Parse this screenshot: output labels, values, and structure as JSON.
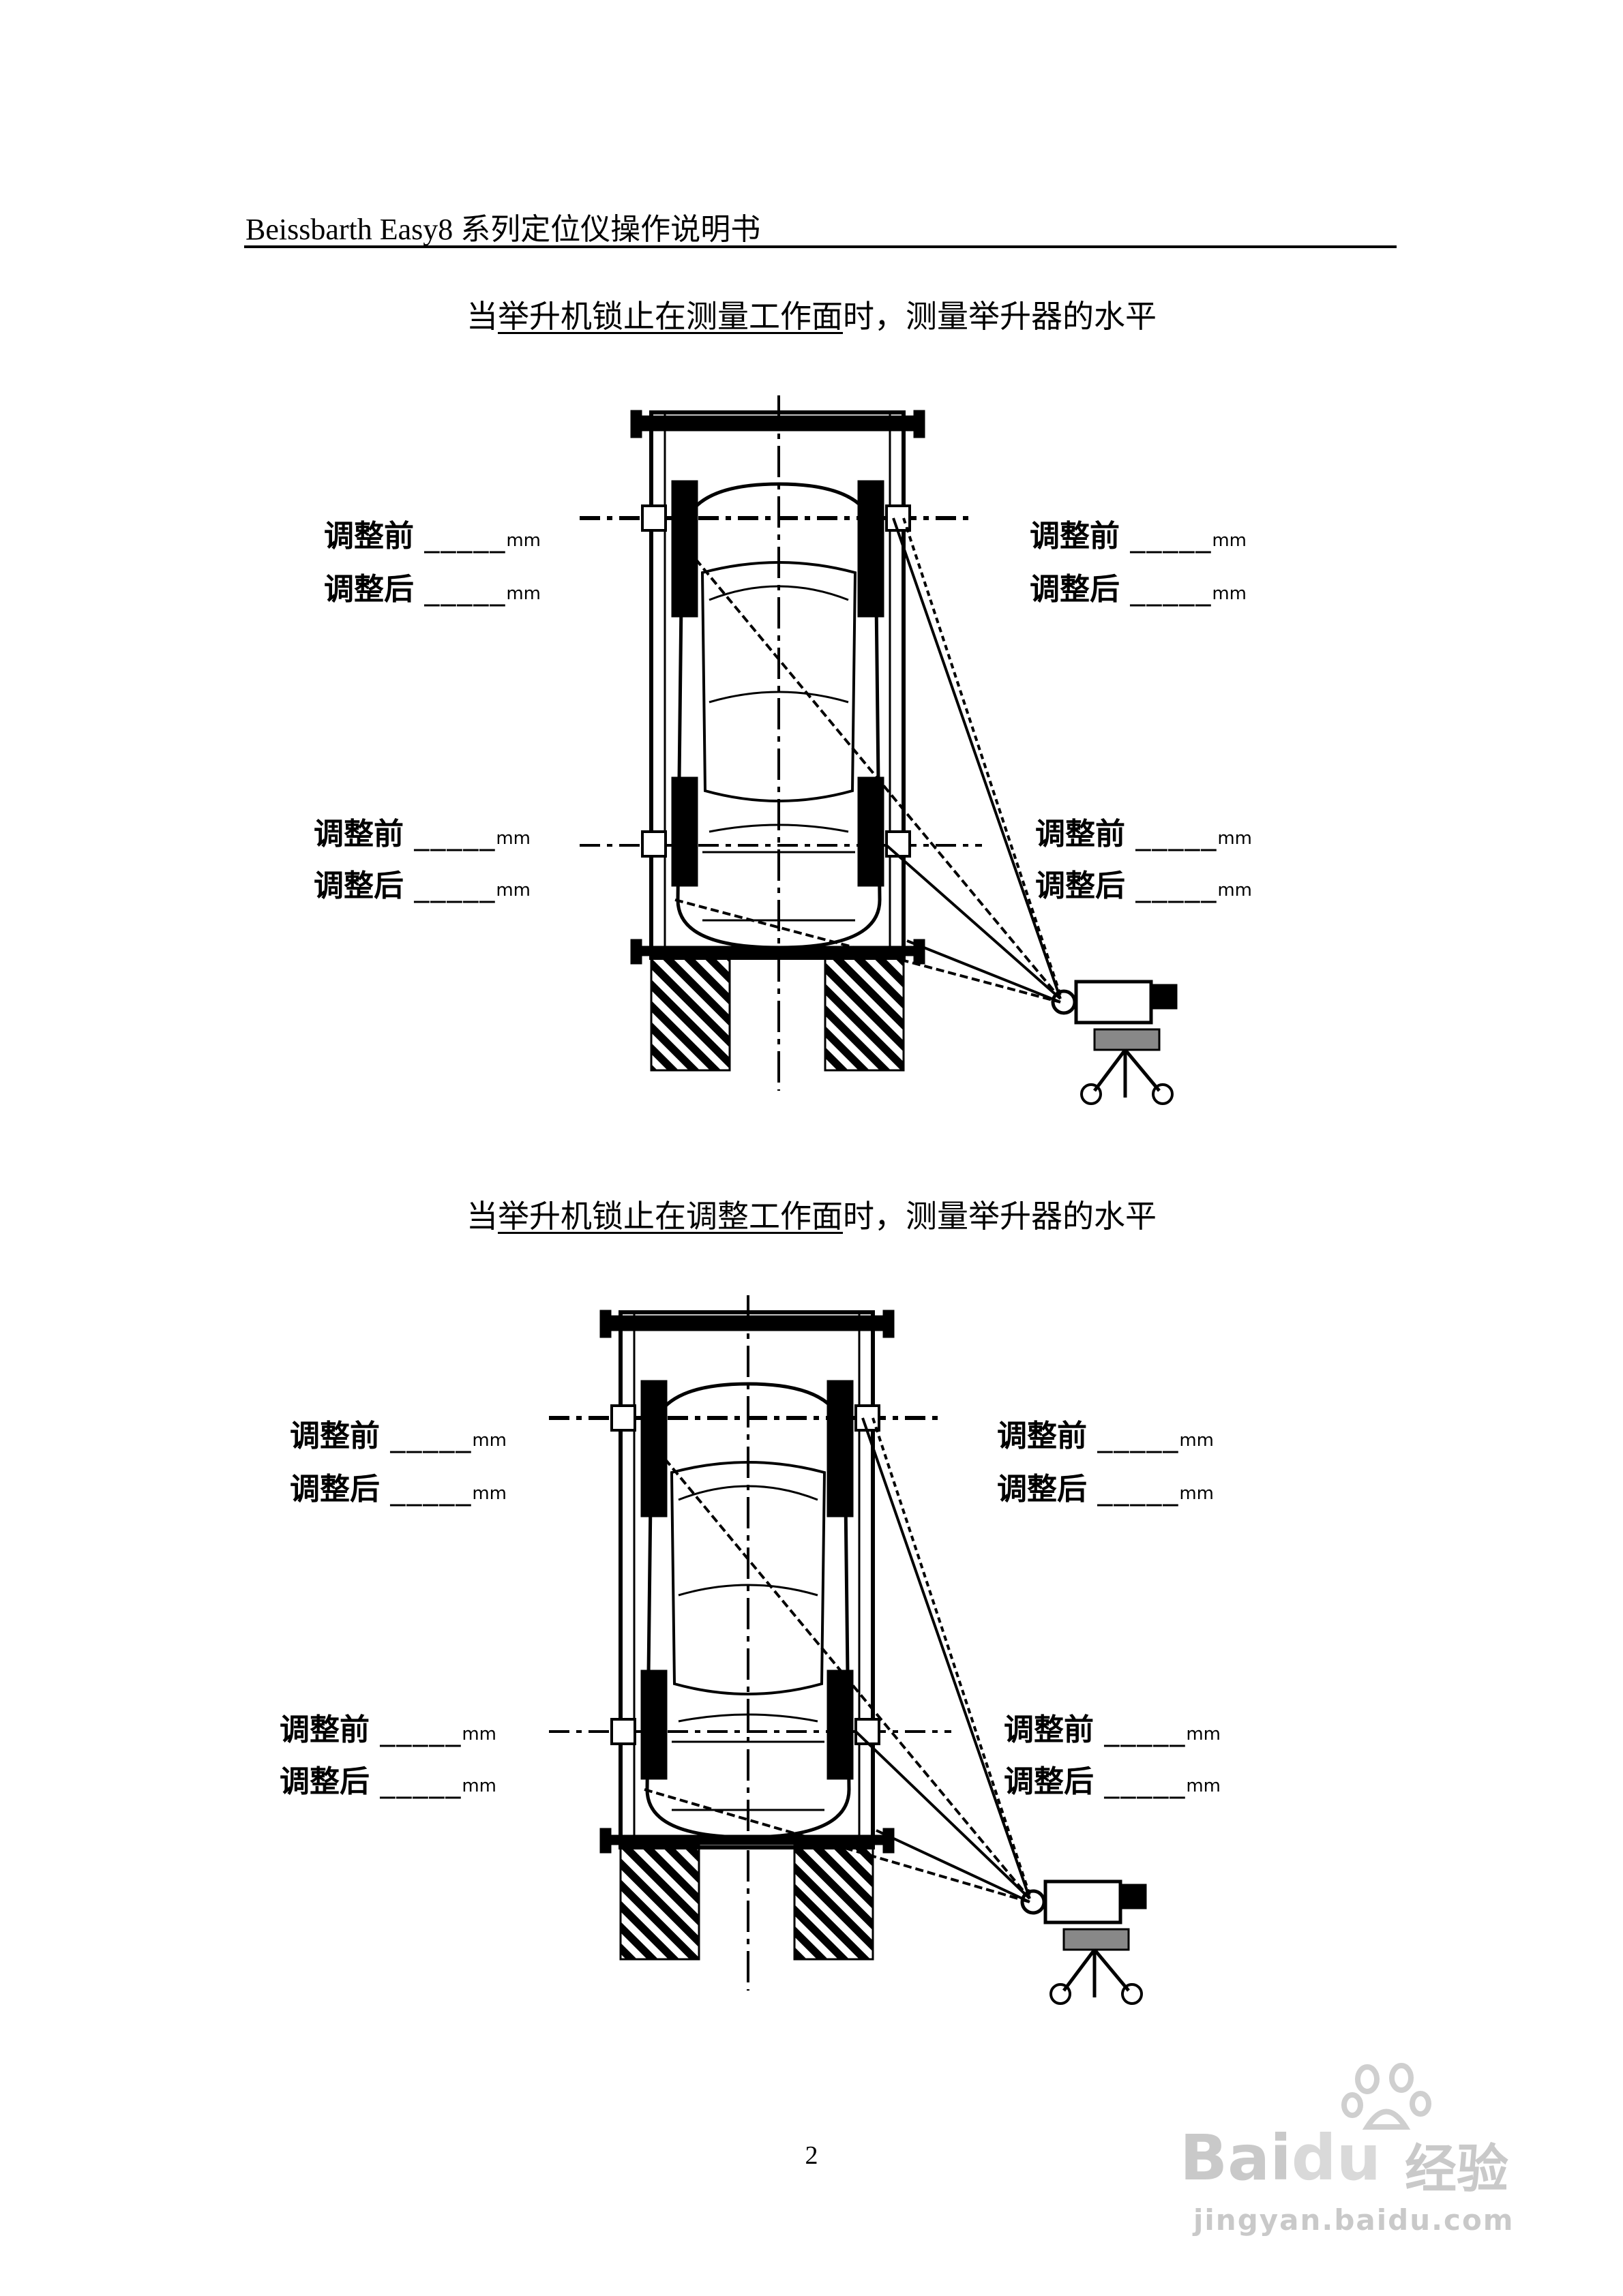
{
  "header": {
    "title": "Beissbarth Easy8 系列定位仪操作说明书"
  },
  "captions": [
    {
      "prefix": "当",
      "underlined": "举升机锁止在测量工作面",
      "suffix": "时，测量举升器的水平"
    },
    {
      "prefix": "当",
      "underlined": "举升机锁止在调整工作面",
      "suffix": "时，测量举升器的水平"
    }
  ],
  "labels": {
    "before": "调整前",
    "after": "调整后",
    "blank": "_____",
    "unit": "mm"
  },
  "page_number": "2",
  "watermark": {
    "brand": "Bai",
    "brand2": "du",
    "cn": "经验",
    "url": "jingyan.baidu.com"
  }
}
